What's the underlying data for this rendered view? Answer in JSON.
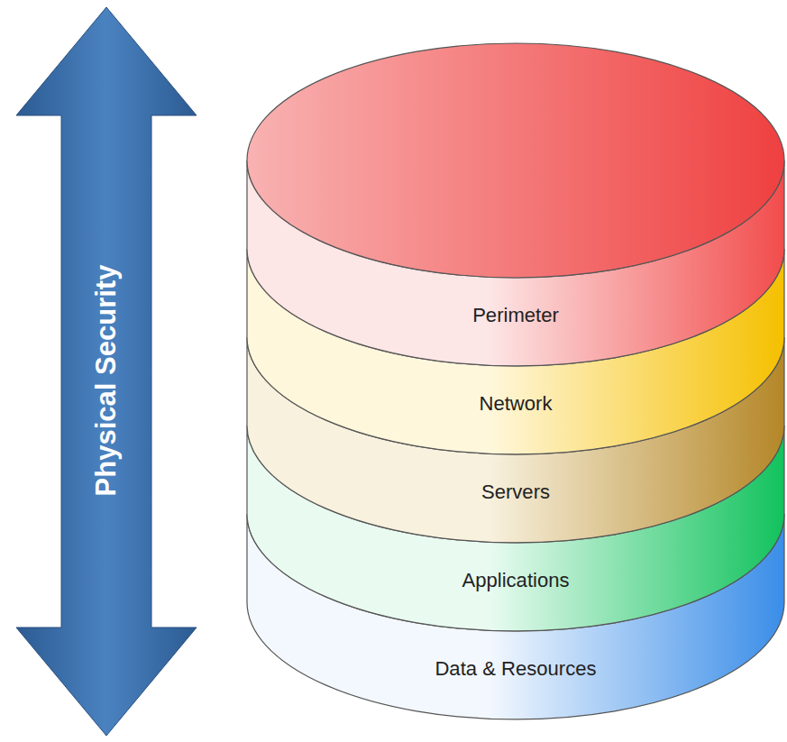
{
  "diagram": {
    "nodes": [
      {
        "text": [
          "Physical Security"
        ]
      },
      {
        "text": [
          "Perimeter"
        ]
      },
      {
        "text": [
          "Network"
        ]
      },
      {
        "text": [
          "Servers"
        ]
      },
      {
        "text": [
          "Applications"
        ]
      },
      {
        "text": [
          "Data & Resources"
        ]
      }
    ]
  }
}
